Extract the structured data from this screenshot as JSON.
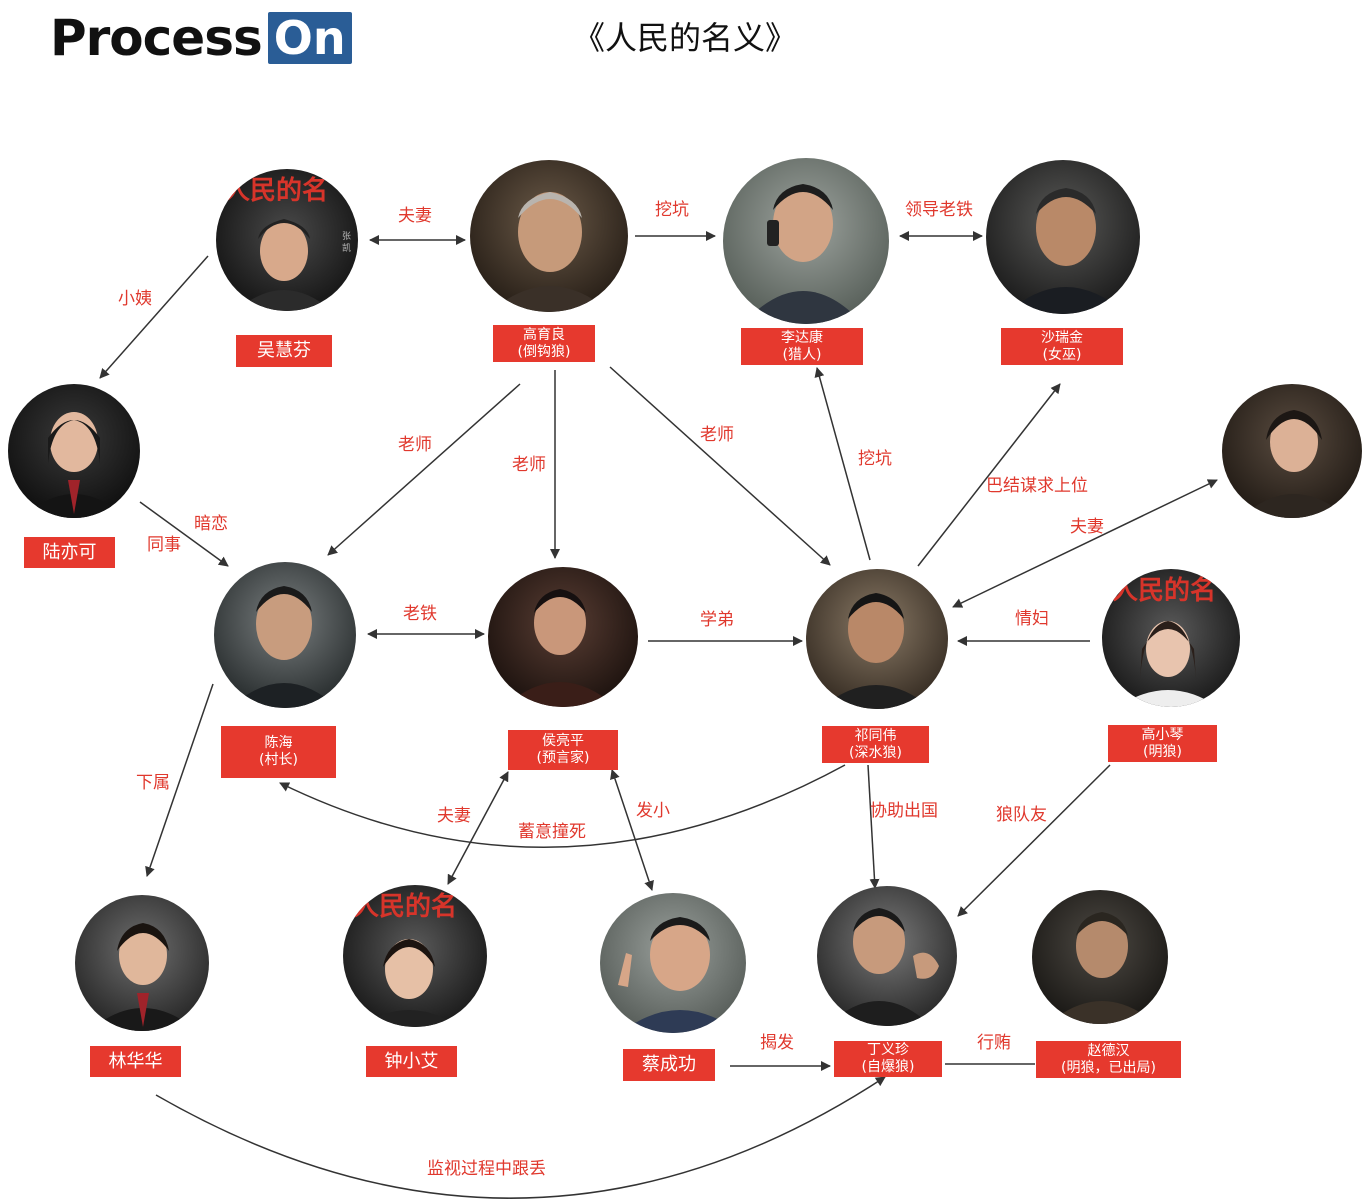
{
  "logo": {
    "process": "Process",
    "on": "On"
  },
  "title": "《人民的名义》",
  "characters": {
    "wuhuifen": {
      "name": "吴慧芬",
      "nickname": "",
      "poster_text": "人民的名义 张凯丽 饰 吴惠芬"
    },
    "gaoyuliang": {
      "name": "高育良",
      "nickname": "(倒钩狼)"
    },
    "lidakang": {
      "name": "李达康",
      "nickname": "(猎人)"
    },
    "sharuijin": {
      "name": "沙瑞金",
      "nickname": "(女巫)"
    },
    "luyike": {
      "name": "陆亦可",
      "nickname": ""
    },
    "chenhai": {
      "name": "陈海",
      "nickname": "(村长)"
    },
    "houliangping": {
      "name": "侯亮平",
      "nickname": "(预言家)"
    },
    "qitongwei": {
      "name": "祁同伟",
      "nickname": "(深水狼)"
    },
    "gaoxiaoqin": {
      "name": "高小琴",
      "nickname": "(明狼)",
      "poster_text": "人民的名义 胡静 饰 高小琴"
    },
    "linhuahua": {
      "name": "林华华",
      "nickname": ""
    },
    "zhongxiaoai": {
      "name": "钟小艾",
      "nickname": "",
      "poster_text": "人民的名义 赵子琪 饰 钟小艾"
    },
    "caichenggong": {
      "name": "蔡成功",
      "nickname": ""
    },
    "dingyizhen": {
      "name": "丁义珍",
      "nickname": "(自爆狼)"
    },
    "zhaodehan": {
      "name": "赵德汉",
      "nickname": "(明狼，已出局)"
    },
    "liangluqun": {
      "name": "",
      "nickname": ""
    }
  },
  "relations": {
    "wu_gao": "夫妻",
    "gao_li": "挖坑",
    "li_sha": "领导老铁",
    "wu_lu": "小姨",
    "gao_chen": "老师",
    "gao_hou": "老师",
    "gao_qi": "老师",
    "qi_li": "挖坑",
    "qi_sha": "巴结谋求上位",
    "qi_liang": "夫妻",
    "lu_chen_a": "暗恋",
    "lu_chen_b": "同事",
    "chen_hou": "老铁",
    "hou_qi": "学弟",
    "gaoxq_qi": "情妇",
    "chen_lin": "下属",
    "hou_zhong": "夫妻",
    "qi_chen": "蓄意撞死",
    "hou_cai": "发小",
    "qi_ding": "协助出国",
    "gaoxq_ding": "狼队友",
    "cai_ding": "揭发",
    "ding_zhao": "行贿",
    "lin_ding": "监视过程中跟丢"
  },
  "colors": {
    "accent": "#e6392e",
    "relation_text": "#e0382d",
    "edge": "#333333"
  }
}
